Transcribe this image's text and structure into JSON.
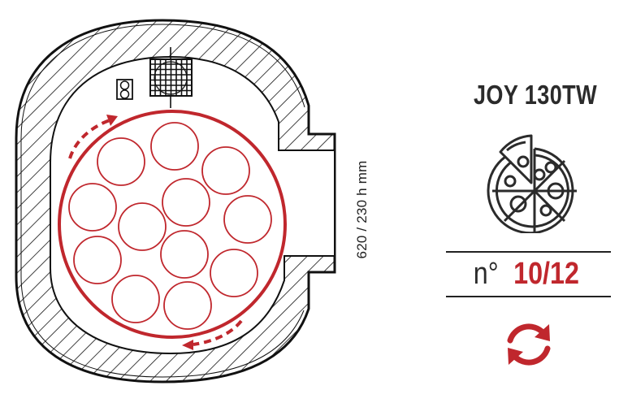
{
  "product": {
    "model": "JOY 130TW",
    "capacity_prefix": "n°",
    "capacity_value": "10/12",
    "door_dimension_label": "620 / 230 h mm"
  },
  "icons": {
    "pizza": "pizza-icon",
    "rotation": "rotate-arrows-icon",
    "fan": "fan-grid-icon",
    "light": "light-icon"
  },
  "diagram": {
    "pizza_count_drawn": 12,
    "rotation_direction": "clockwise"
  },
  "colors": {
    "accent_red": "#c0272d",
    "text_dark": "#2b2b2b",
    "line": "#111111"
  }
}
